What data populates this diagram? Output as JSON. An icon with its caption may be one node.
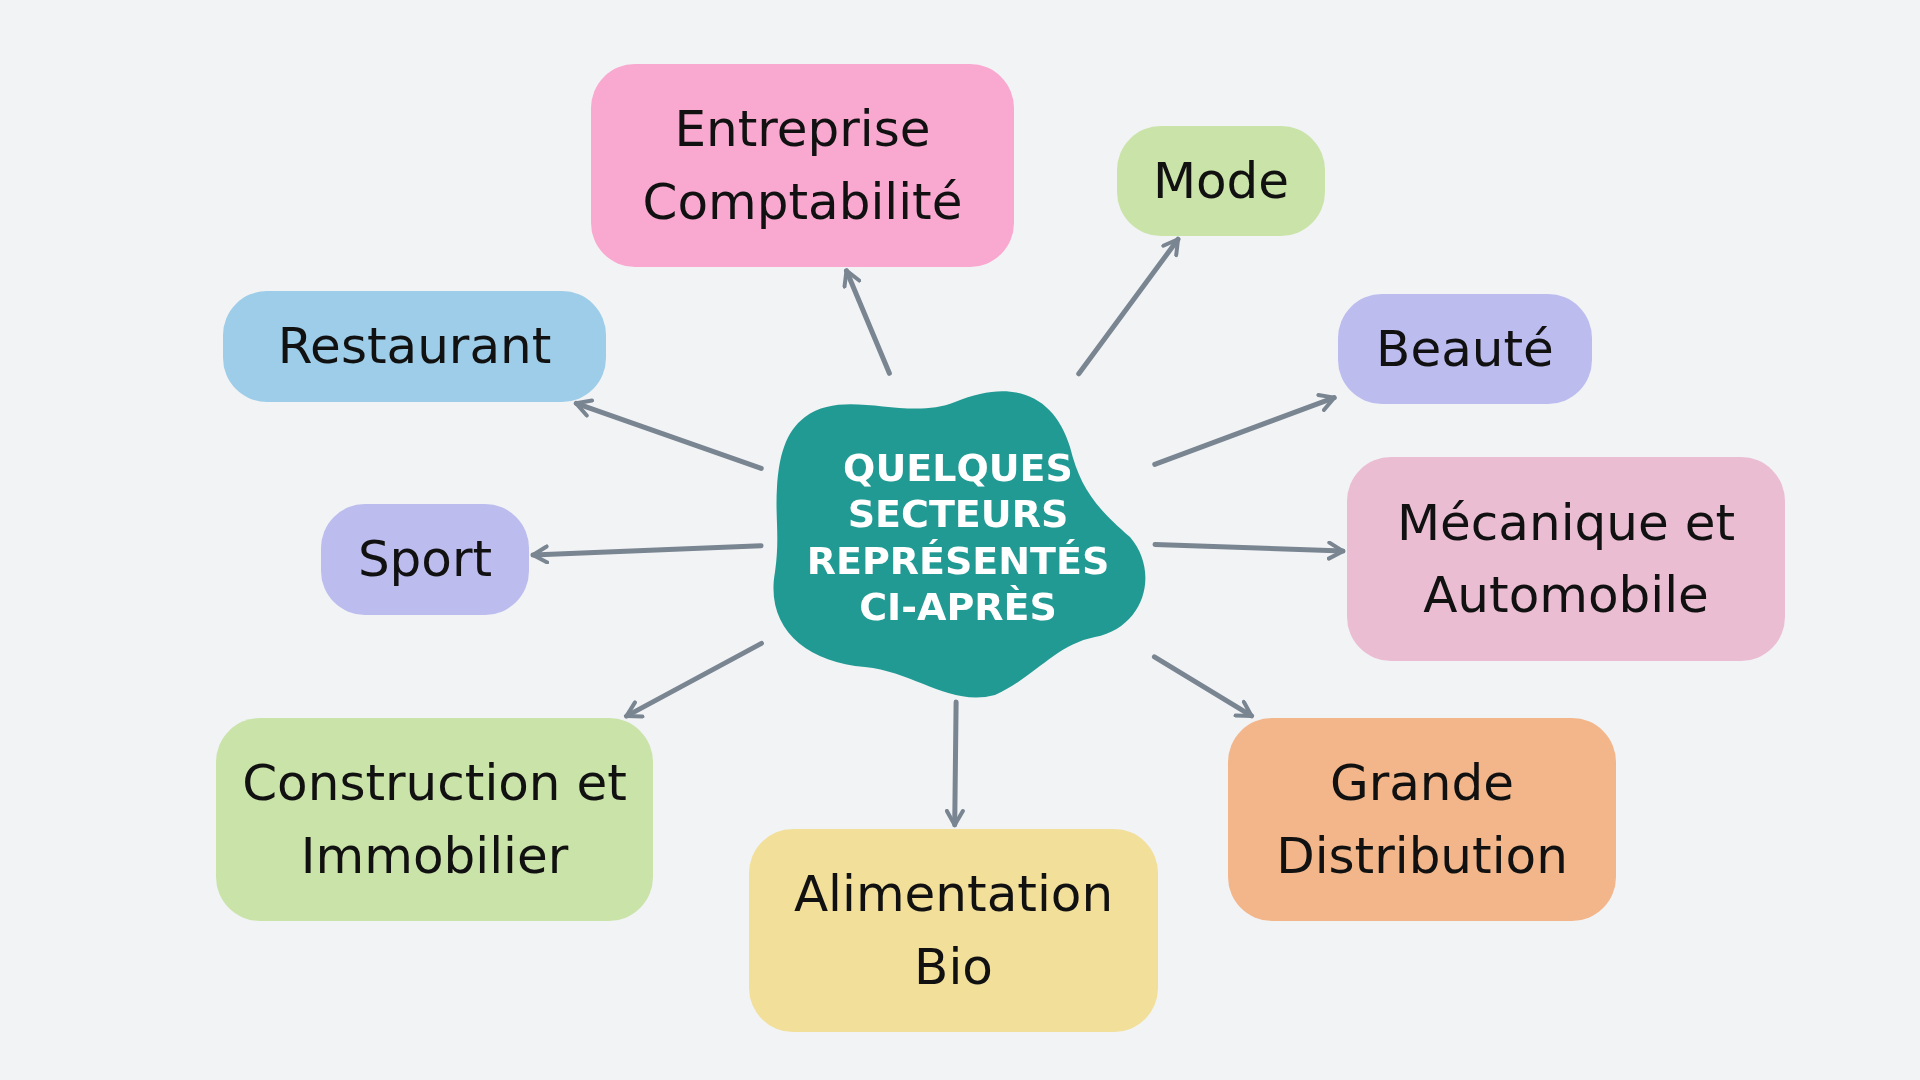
{
  "diagram": {
    "nodes": [
      {
        "text": [
          "QUELQUES SECTEURS REPRÉSENTÉS CI-APRÈS"
        ]
      },
      {
        "text": [
          "Entreprise Comptabilité"
        ]
      },
      {
        "text": [
          "Mode"
        ]
      },
      {
        "text": [
          "Restaurant"
        ]
      },
      {
        "text": [
          "Beauté"
        ]
      },
      {
        "text": [
          "Sport"
        ]
      },
      {
        "text": [
          "Mécanique et Automobile"
        ]
      },
      {
        "text": [
          "Construction et Immobilier"
        ]
      },
      {
        "text": [
          "Alimentation Bio"
        ]
      },
      {
        "text": [
          "Grande Distribution"
        ]
      }
    ],
    "edges": [
      {
        "from": 0,
        "to": 1,
        "arrow": "to"
      },
      {
        "from": 0,
        "to": 2,
        "arrow": "to"
      },
      {
        "from": 0,
        "to": 3,
        "arrow": "to"
      },
      {
        "from": 0,
        "to": 4,
        "arrow": "to"
      },
      {
        "from": 0,
        "to": 5,
        "arrow": "to"
      },
      {
        "from": 0,
        "to": 6,
        "arrow": "to"
      },
      {
        "from": 0,
        "to": 7,
        "arrow": "to"
      },
      {
        "from": 0,
        "to": 8,
        "arrow": "to"
      },
      {
        "from": 0,
        "to": 9,
        "arrow": "to"
      }
    ]
  }
}
